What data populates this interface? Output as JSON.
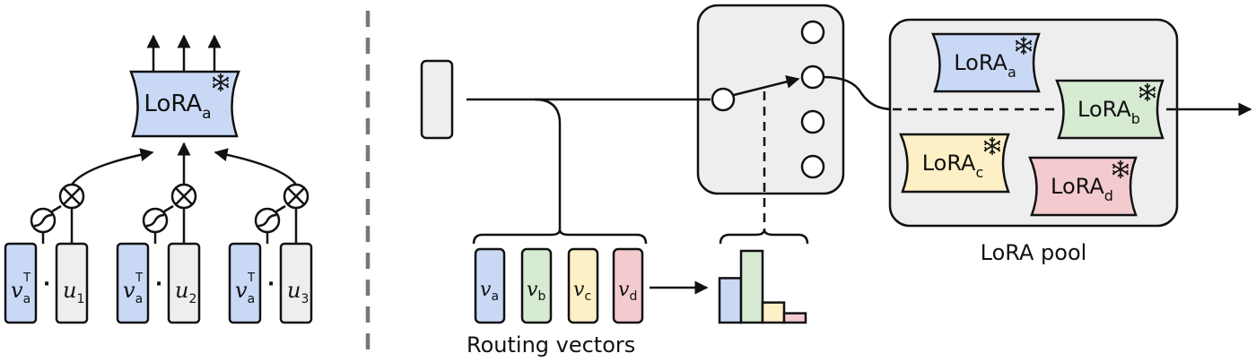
{
  "left_panel": {
    "lora_main": "LoRA",
    "lora_sub": "a",
    "vector_groups": [
      {
        "v_symbol": "v",
        "v_sub": "a",
        "v_sup": "T",
        "u_symbol": "u",
        "u_sub": "1"
      },
      {
        "v_symbol": "v",
        "v_sub": "a",
        "v_sup": "T",
        "u_symbol": "u",
        "u_sub": "2"
      },
      {
        "v_symbol": "v",
        "v_sub": "a",
        "v_sup": "T",
        "u_symbol": "u",
        "u_sub": "3"
      }
    ],
    "dot_operator": "·"
  },
  "right_panel": {
    "routing_vectors": [
      {
        "symbol": "v",
        "sub": "a"
      },
      {
        "symbol": "v",
        "sub": "b"
      },
      {
        "symbol": "v",
        "sub": "c"
      },
      {
        "symbol": "v",
        "sub": "d"
      }
    ],
    "routing_vectors_label": "Routing vectors",
    "pool_label": "LoRA pool",
    "pool_loras": [
      {
        "main": "LoRA",
        "sub": "a"
      },
      {
        "main": "LoRA",
        "sub": "b"
      },
      {
        "main": "LoRA",
        "sub": "c"
      },
      {
        "main": "LoRA",
        "sub": "d"
      }
    ],
    "histogram_values": [
      0.62,
      1.0,
      0.28,
      0.13
    ]
  },
  "icons": {
    "frozen": "snowflake-icon",
    "product": "otimes-icon",
    "activation": "sigmoid-icon"
  },
  "colors": {
    "blue": "#c9d9f5",
    "green": "#d7ead2",
    "yellow": "#fdf0c6",
    "pink": "#f3cbcf",
    "gray": "#eeeeee",
    "divider": "#777777"
  }
}
